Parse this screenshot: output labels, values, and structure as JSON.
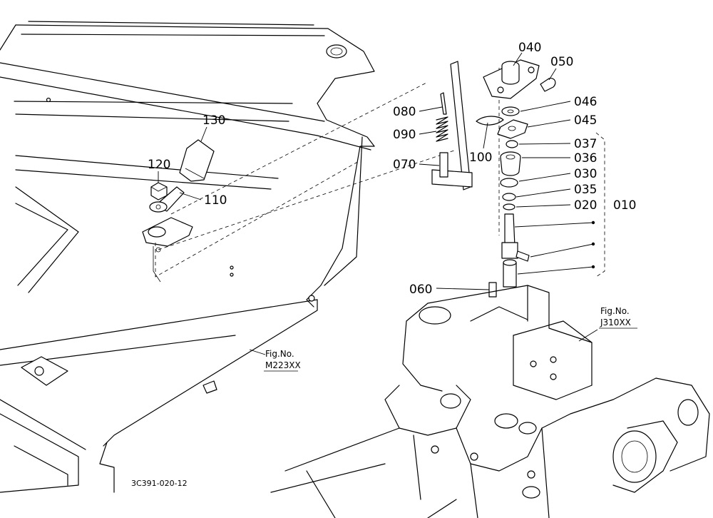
{
  "callouts": {
    "c040": "040",
    "c050": "050",
    "c046": "046",
    "c045": "045",
    "c037": "037",
    "c036": "036",
    "c030": "030",
    "c035": "035",
    "c020": "020",
    "c010": "010",
    "c080": "080",
    "c090": "090",
    "c070": "070",
    "c100": "100",
    "c130": "130",
    "c120": "120",
    "c110": "110",
    "c060": "060"
  },
  "figure_refs": {
    "left_label": "Fig.No.",
    "left_code": "M223XX",
    "right_label": "Fig.No.",
    "right_code": "J310XX"
  },
  "drawing_code": "3C391-020-12"
}
